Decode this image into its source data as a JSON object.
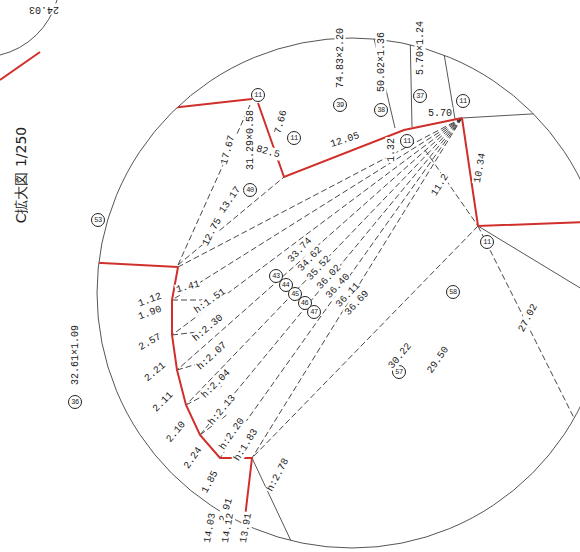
{
  "diagram": {
    "title": "C拡大図 1/250",
    "labels": [
      "24.03",
      "11",
      "11",
      "11",
      "11",
      "11",
      "53",
      "58",
      "57",
      "40",
      "31.29×0.58",
      "17.67",
      "82.5",
      "7.66",
      "13.17",
      "12.75",
      "39",
      "74.83×2.20",
      "38",
      "50.02×1.36",
      "1.32",
      "37",
      "5.70×1.24",
      "5.70",
      "12.05",
      "10.34",
      "11.2",
      "43",
      "44",
      "45",
      "46",
      "47",
      "33.74",
      "34.62",
      "35.52",
      "36.02",
      "36.40",
      "36.11",
      "36.69",
      "30.22",
      "29.50",
      "27.02",
      "1.41",
      "1.12",
      "1.90",
      "h:1.51",
      "2.57",
      "h:2.30",
      "2.21",
      "h:2.07",
      "2.11",
      "h:2.04",
      "2.10",
      "h:2.13",
      "2.24",
      "h:2.20",
      "1.85",
      "h:1.83",
      "2.91",
      "h:2.78",
      "36",
      "32.61×1.09",
      "14.03",
      "14.12",
      "13.91"
    ]
  }
}
